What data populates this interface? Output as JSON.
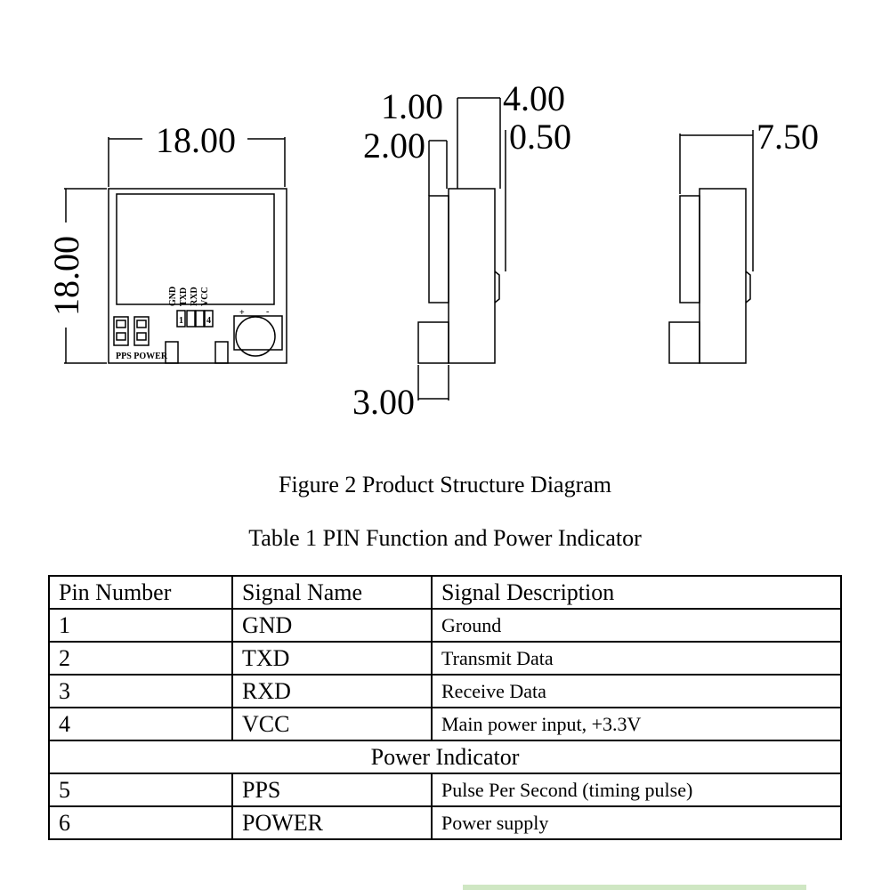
{
  "drawing": {
    "front_view": {
      "width_dim": "18.00",
      "height_dim": "18.00",
      "pin_labels": [
        "GND",
        "TXD",
        "RXD",
        "VCC"
      ],
      "pin_first": "1",
      "pin_last": "4",
      "led_labels": "PPS POWER",
      "plus_sign": "+",
      "minus_sign": "-"
    },
    "side_view": {
      "dim_top_left": "1.00",
      "dim_top_right": "4.00",
      "dim_left": "2.00",
      "dim_right": "0.50",
      "dim_bottom": "3.00"
    },
    "end_view": {
      "dim_top": "7.50"
    }
  },
  "figure_caption": "Figure 2 Product Structure Diagram",
  "table_caption": "Table 1 PIN Function and Power Indicator",
  "table": {
    "headers": [
      "Pin Number",
      "Signal Name",
      "Signal Description"
    ],
    "rows": [
      {
        "pin": "1",
        "signal": "GND",
        "description": "Ground"
      },
      {
        "pin": "2",
        "signal": "TXD",
        "description": "Transmit Data"
      },
      {
        "pin": "3",
        "signal": "RXD",
        "description": "Receive Data"
      },
      {
        "pin": "4",
        "signal": "VCC",
        "description": "Main power input, +3.3V"
      }
    ],
    "section_label": "Power Indicator",
    "indicator_rows": [
      {
        "pin": "5",
        "signal": "PPS",
        "description": "Pulse Per Second (timing pulse)"
      },
      {
        "pin": "6",
        "signal": "POWER",
        "description": "Power supply"
      }
    ]
  }
}
